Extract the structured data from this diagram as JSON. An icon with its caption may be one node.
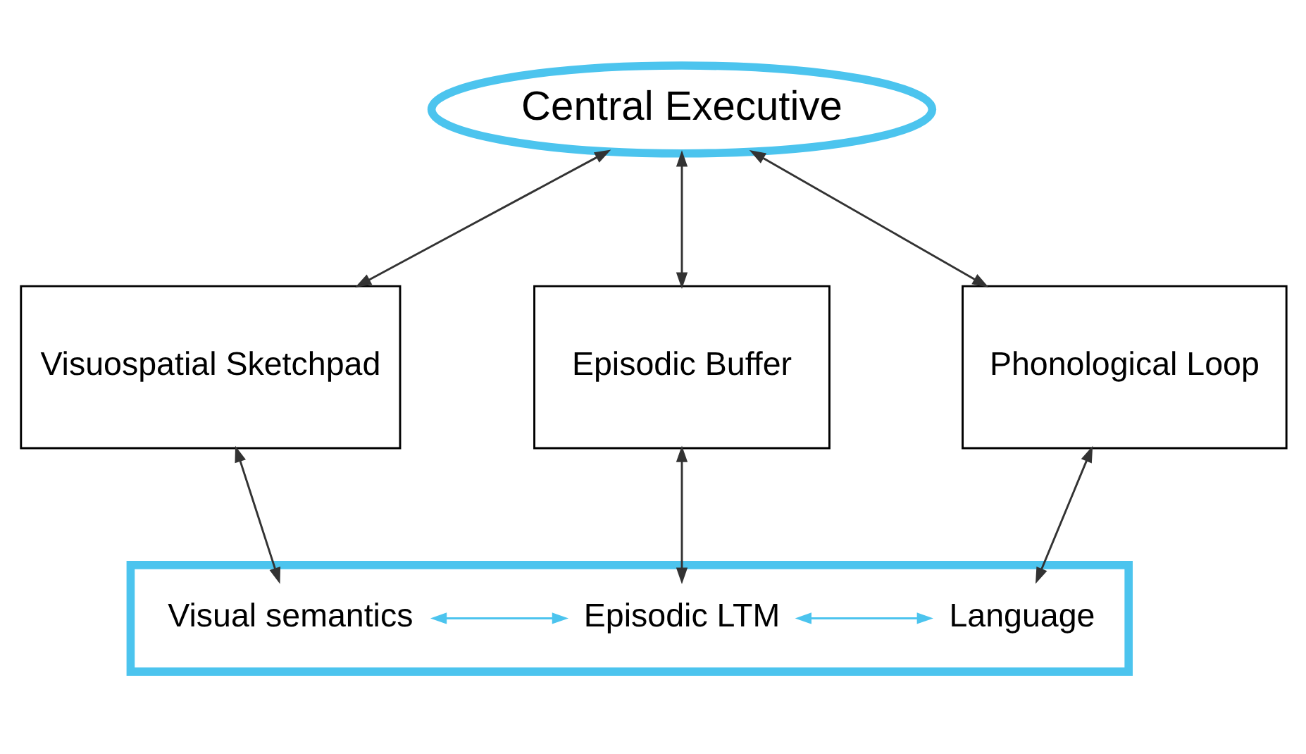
{
  "diagram": {
    "nodes": [
      {
        "text": [
          "Central Executive"
        ]
      },
      {
        "text": [
          "Visuospatial Sketchpad"
        ]
      },
      {
        "text": [
          "Episodic Buffer"
        ]
      },
      {
        "text": [
          "Phonological Loop"
        ]
      },
      {
        "text": [],
        "shape": "box"
      },
      {
        "text": [
          "Visual semantics"
        ],
        "in": 4
      },
      {
        "text": [
          "Episodic LTM"
        ],
        "in": 4
      },
      {
        "text": [
          "Language"
        ],
        "in": 4
      }
    ],
    "edges": [
      {
        "from": 0,
        "to": 1,
        "arrow": "both"
      },
      {
        "from": 0,
        "to": 2,
        "arrow": "both"
      },
      {
        "from": 0,
        "to": 3,
        "arrow": "both"
      },
      {
        "from": 1,
        "to": 5,
        "arrow": "both"
      },
      {
        "from": 2,
        "to": 6,
        "arrow": "both"
      },
      {
        "from": 3,
        "to": 7,
        "arrow": "both"
      },
      {
        "from": 5,
        "to": 6,
        "arrow": "both",
        "color": "#4cc4ee"
      },
      {
        "from": 6,
        "to": 7,
        "arrow": "both",
        "color": "#4cc4ee"
      }
    ]
  }
}
